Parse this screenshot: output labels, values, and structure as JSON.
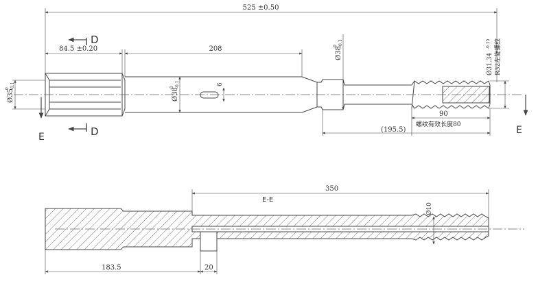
{
  "drawing": {
    "overall_length": "525 ±0.50",
    "top_dimensions": {
      "head_length": "84.5 ±0.20",
      "body_length": "208",
      "body_diameter": "Ø38",
      "body_tol_upper": "0",
      "body_tol_lower": "-0.1",
      "slot_width": "6",
      "neck_diameter": "Ø38",
      "neck_tol_upper": "0",
      "neck_tol_lower": "-0.1",
      "head_diameter": "Ø35",
      "head_tol_upper": "0",
      "head_tol_lower": "-0.1",
      "thread_diameter": "Ø31.34",
      "thread_tol": "-0.15",
      "thread_spec": "R32左旋螺纹",
      "thread_length_value": "90",
      "thread_effective_note": "螺纹有效长度80",
      "thread_start": "(195.5)"
    },
    "section_labels": {
      "d_top": "D",
      "d_bottom": "D",
      "e_left": "E",
      "e_right": "E",
      "section_title": "E-E"
    },
    "section_dimensions": {
      "bore_length": "350",
      "bore_diameter": "Ø10",
      "head_to_hole": "183.5",
      "hole_width": "20"
    }
  }
}
